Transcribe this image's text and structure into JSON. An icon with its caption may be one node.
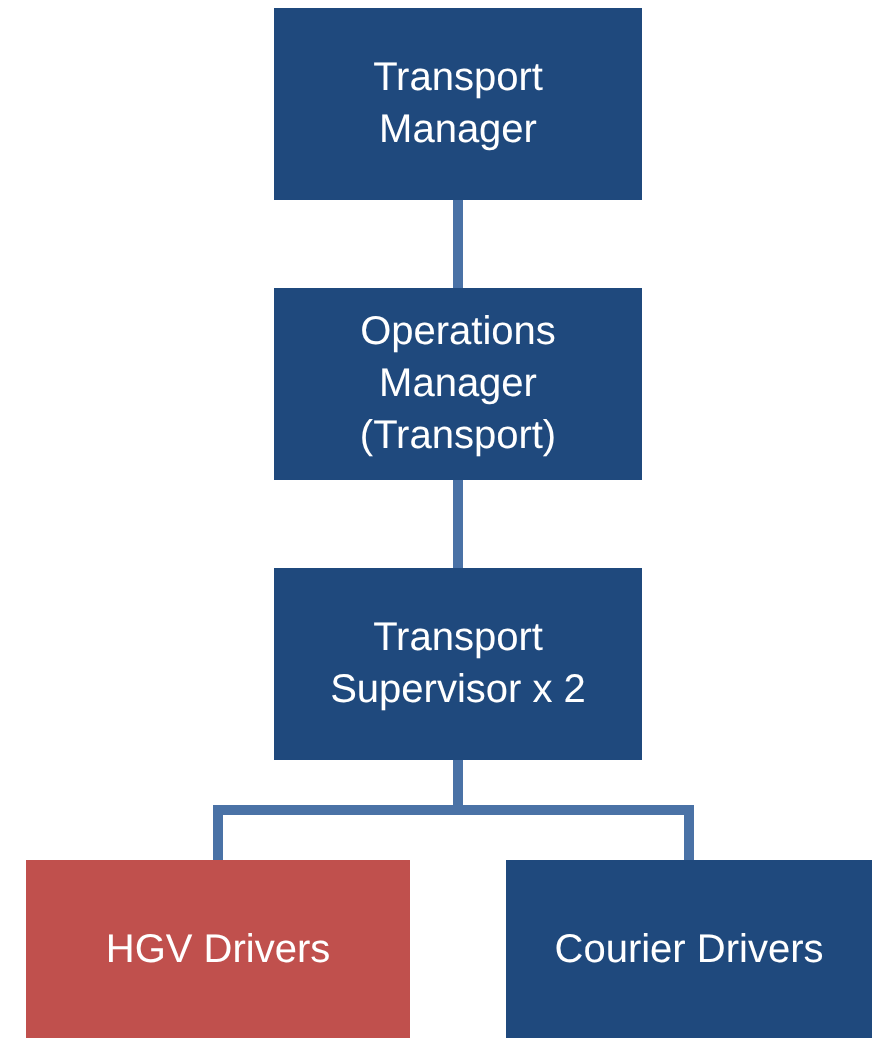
{
  "diagram": {
    "nodes": [
      {
        "text": [
          "Transport Manager"
        ]
      },
      {
        "text": [
          "Operations Manager (Transport)"
        ]
      },
      {
        "text": [
          "Transport Supervisor x 2"
        ]
      },
      {
        "text": [
          "HGV Drivers"
        ]
      },
      {
        "text": [
          "Courier Drivers"
        ]
      }
    ],
    "edges": [
      {
        "from": 0,
        "to": 1,
        "arrow": "none"
      },
      {
        "from": 1,
        "to": 2,
        "arrow": "none"
      },
      {
        "from": 2,
        "to": 3,
        "arrow": "none"
      },
      {
        "from": 2,
        "to": 4,
        "arrow": "none"
      }
    ]
  }
}
